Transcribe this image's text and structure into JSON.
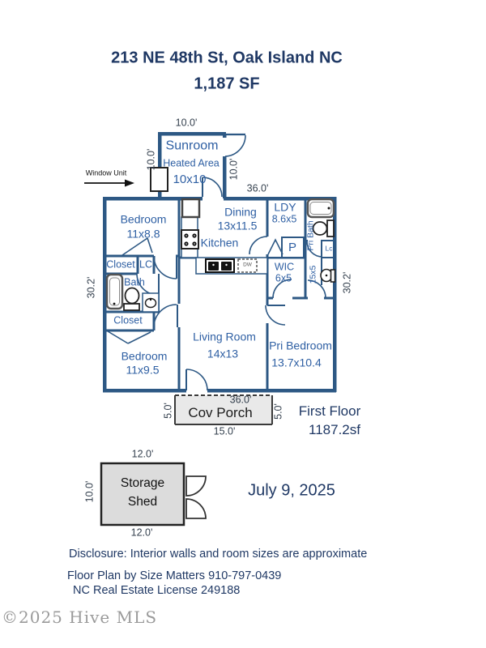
{
  "header": {
    "address": "213 NE 48th St, Oak Island NC",
    "area": "1,187 SF"
  },
  "sunroom": {
    "name": "Sunroom",
    "note": "Heated Area",
    "size": "10x10",
    "dim_top": "10.0'",
    "dim_left": "10.0'",
    "dim_right": "10.0'",
    "window_unit": "Window Unit"
  },
  "plan": {
    "dim_top": "36.0'",
    "dim_left": "30.2'",
    "dim_right": "30.2'",
    "dim_bottom": "36.0'"
  },
  "rooms": {
    "bedroom1": {
      "name": "Bedroom",
      "size": "11x8.8"
    },
    "closet1": {
      "name": "Closet"
    },
    "linen_closet": {
      "name": "LC"
    },
    "bath": {
      "name": "Bath"
    },
    "closet2": {
      "name": "Closet"
    },
    "bedroom2": {
      "name": "Bedroom",
      "size": "11x9.5"
    },
    "dining": {
      "name": "Dining",
      "size": "13x11.5"
    },
    "kitchen": {
      "name": "Kitchen"
    },
    "living": {
      "name": "Living Room",
      "size": "14x13"
    },
    "laundry": {
      "name": "LDY",
      "size": "8.6x5"
    },
    "pantry": {
      "name": "P"
    },
    "pri_bath": {
      "name": "Pri Bath"
    },
    "linen_closet2": {
      "name": "Lc"
    },
    "wic": {
      "name": "WIC",
      "size": "6x5"
    },
    "hall": {
      "size": "15x5"
    },
    "pri_bedroom": {
      "name": "Pri Bedroom",
      "size": "13.7x10.4"
    }
  },
  "kitchen_fixtures": {
    "dishwasher": "DW"
  },
  "porch": {
    "name": "Cov Porch",
    "dim_left": "5.0'",
    "dim_right": "5.0'",
    "dim_bottom": "15.0'"
  },
  "summary": {
    "floor": "First Floor",
    "area": "1187.2sf"
  },
  "shed": {
    "line1": "Storage",
    "line2": "Shed",
    "dim_top": "12.0'",
    "dim_bottom": "12.0'",
    "dim_left": "10.0'"
  },
  "date": "July 9, 2025",
  "footer": {
    "disclosure": "Disclosure: Interior walls and room sizes are approximate",
    "credit": "Floor Plan by Size Matters 910-797-0439",
    "license": "NC Real Estate License 249188",
    "copyright": "©2025 Hive MLS"
  },
  "colors": {
    "wall": "#2D5884",
    "room_label": "#2E5FA3",
    "heading": "#1F3864",
    "dimension": "#333F4D"
  }
}
